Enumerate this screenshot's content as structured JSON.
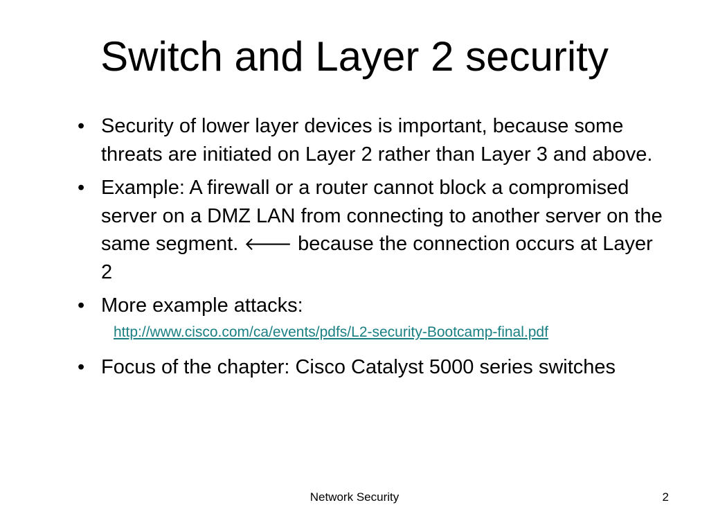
{
  "slide": {
    "title": "Switch and Layer 2 security",
    "bullets": [
      {
        "text": "Security of lower layer devices is important, because some threats are initiated on Layer 2 rather than Layer 3 and above."
      },
      {
        "text_before_arrow": "Example: A firewall or a router cannot block a compromised server on a DMZ LAN from connecting to another server on the same segment. ",
        "arrow_icon": "left-arrow-icon",
        "text_after_arrow": " because the connection occurs at Layer 2"
      },
      {
        "text": "More example attacks:",
        "link": "http://www.cisco.com/ca/events/pdfs/L2-security-Bootcamp-final.pdf"
      },
      {
        "text": "Focus of the chapter: Cisco Catalyst 5000 series switches"
      }
    ],
    "bullet_char": "•",
    "arrow_char": "🡐",
    "link_color": "#1a7f83"
  },
  "footer": {
    "label": "Network Security",
    "page_number": "2"
  }
}
